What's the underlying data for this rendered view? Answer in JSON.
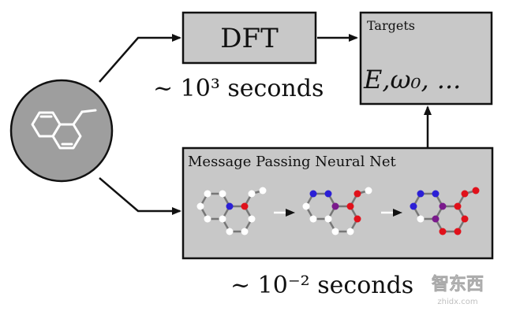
{
  "nodes": {
    "dft": {
      "label": "DFT"
    },
    "targets": {
      "title": "Targets",
      "content": "E,ω₀, ..."
    },
    "mpnn": {
      "title": "Message Passing Neural Net"
    }
  },
  "annotations": {
    "dft_time": "~ 10³ seconds",
    "mpnn_time": "~ 10⁻² seconds"
  },
  "watermark": {
    "text": "智东西",
    "subtext": "zhidx.com"
  },
  "colors": {
    "box_fill": "#c8c8c8",
    "circle_fill": "#9e9e9e",
    "edge": "#777777",
    "atom_white": "#ffffff",
    "atom_blue": "#2b1fd6",
    "atom_purple": "#7a1a8c",
    "atom_red": "#e0111b"
  }
}
